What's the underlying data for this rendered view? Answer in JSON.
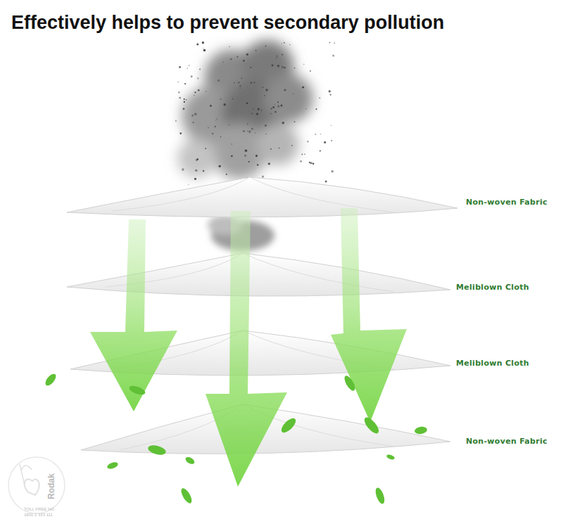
{
  "diagram": {
    "title": "Effectively helps to prevent secondary pollution",
    "labels": [
      "Non-woven Fabric",
      "Meliblown Cloth",
      "Meliblown Cloth",
      "Non-woven Fabric",
      "Rodak",
      "TOLL FREE NO.",
      "1800 2 333 111"
    ]
  }
}
